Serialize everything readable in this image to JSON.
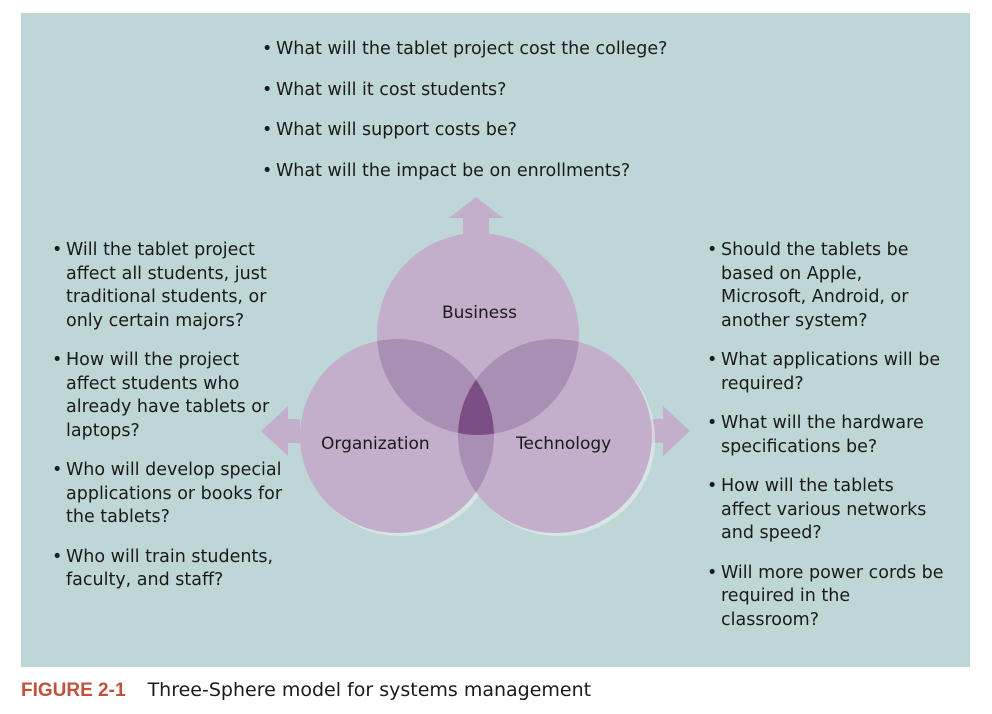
{
  "spheres": {
    "business": "Business",
    "organization": "Organization",
    "technology": "Technology"
  },
  "business_questions": [
    "What will the tablet project cost the college?",
    "What will it cost students?",
    "What will support costs be?",
    "What will the impact be on enrollments?"
  ],
  "organization_questions": [
    "Will the tablet project affect all students, just traditional students, or only certain majors?",
    "How will the project affect students who already have tablets or laptops?",
    "Who will develop special applications or books for the tablets?",
    "Who will train students, faculty, and staff?"
  ],
  "technology_questions": [
    "Should the tablets be based on Apple, Microsoft, Android, or another system?",
    "What applications will be required?",
    "What will the hardware specifications be?",
    "How will the tablets affect various networks and speed?",
    "Will more power cords be required in the classroom?"
  ],
  "caption": {
    "label": "FIGURE 2-1",
    "text": "Three-Sphere model for systems management"
  },
  "colors": {
    "background": "#bed6d6",
    "sphere": "#c3afcb",
    "overlap": "#a88fb3",
    "center": "#7b4e86",
    "caption_label": "#c0513b"
  }
}
